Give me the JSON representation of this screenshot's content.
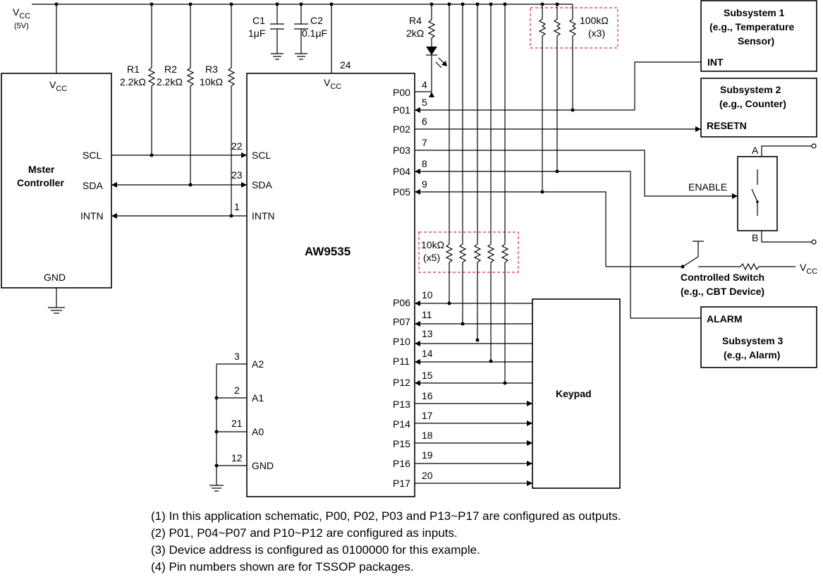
{
  "vcc_top": {
    "label": "V",
    "sub": "CC",
    "note": "(5V)"
  },
  "master": {
    "title_line1": "Mster",
    "title_line2": "Controller",
    "vcc": "V",
    "vcc_sub": "CC",
    "scl": "SCL",
    "sda": "SDA",
    "intn": "INTN",
    "gnd": "GND"
  },
  "resistors": {
    "r1": {
      "name": "R1",
      "value": "2.2kΩ"
    },
    "r2": {
      "name": "R2",
      "value": "2.2kΩ"
    },
    "r3": {
      "name": "R3",
      "value": "10kΩ"
    },
    "r4": {
      "name": "R4",
      "value": "2kΩ"
    },
    "bank100k": {
      "value": "100kΩ",
      "count": "(x3)"
    },
    "bank10k": {
      "value": "10kΩ",
      "count": "(x5)"
    }
  },
  "caps": {
    "c1": {
      "name": "C1",
      "value": "1μF"
    },
    "c2": {
      "name": "C2",
      "value": "0.1μF"
    }
  },
  "chip": {
    "name": "AW9535",
    "vcc": "V",
    "vcc_sub": "CC",
    "vcc_pin": "24",
    "left_pins": [
      {
        "pin": "22",
        "label": "SCL"
      },
      {
        "pin": "23",
        "label": "SDA"
      },
      {
        "pin": "1",
        "label": "INTN"
      },
      {
        "pin": "3",
        "label": "A2"
      },
      {
        "pin": "2",
        "label": "A1"
      },
      {
        "pin": "21",
        "label": "A0"
      },
      {
        "pin": "12",
        "label": "GND"
      }
    ],
    "right_pins": [
      {
        "pin": "4",
        "label": "P00"
      },
      {
        "pin": "5",
        "label": "P01"
      },
      {
        "pin": "6",
        "label": "P02"
      },
      {
        "pin": "7",
        "label": "P03"
      },
      {
        "pin": "8",
        "label": "P04"
      },
      {
        "pin": "9",
        "label": "P05"
      },
      {
        "pin": "10",
        "label": "P06"
      },
      {
        "pin": "11",
        "label": "P07"
      },
      {
        "pin": "13",
        "label": "P10"
      },
      {
        "pin": "14",
        "label": "P11"
      },
      {
        "pin": "15",
        "label": "P12"
      },
      {
        "pin": "16",
        "label": "P13"
      },
      {
        "pin": "17",
        "label": "P14"
      },
      {
        "pin": "18",
        "label": "P15"
      },
      {
        "pin": "19",
        "label": "P16"
      },
      {
        "pin": "20",
        "label": "P17"
      }
    ]
  },
  "subsystem1": {
    "line1": "Subsystem 1",
    "line2": "(e.g., Temperature",
    "line3": "Sensor)",
    "pin": "INT"
  },
  "subsystem2": {
    "line1": "Subsystem 2",
    "line2": "(e.g., Counter)",
    "pin": "RESETN"
  },
  "switch_block": {
    "enable": "ENABLE",
    "a": "A",
    "b": "B"
  },
  "controlled_switch": {
    "line1": "Controlled Switch",
    "line2": "(e.g., CBT Device)",
    "vcc": "V",
    "vcc_sub": "CC"
  },
  "subsystem3": {
    "pin": "ALARM",
    "line1": "Subsystem 3",
    "line2": "(e.g., Alarm)"
  },
  "keypad": {
    "label": "Keypad"
  },
  "notes": [
    "(1) In this application schematic, P00, P02, P03 and P13~P17 are configured as outputs.",
    "(2) P01, P04~P07 and P10~P12 are configured as inputs.",
    "(3) Device address is configured as 0100000 for this example.",
    "(4) Pin numbers shown are for TSSOP packages."
  ]
}
